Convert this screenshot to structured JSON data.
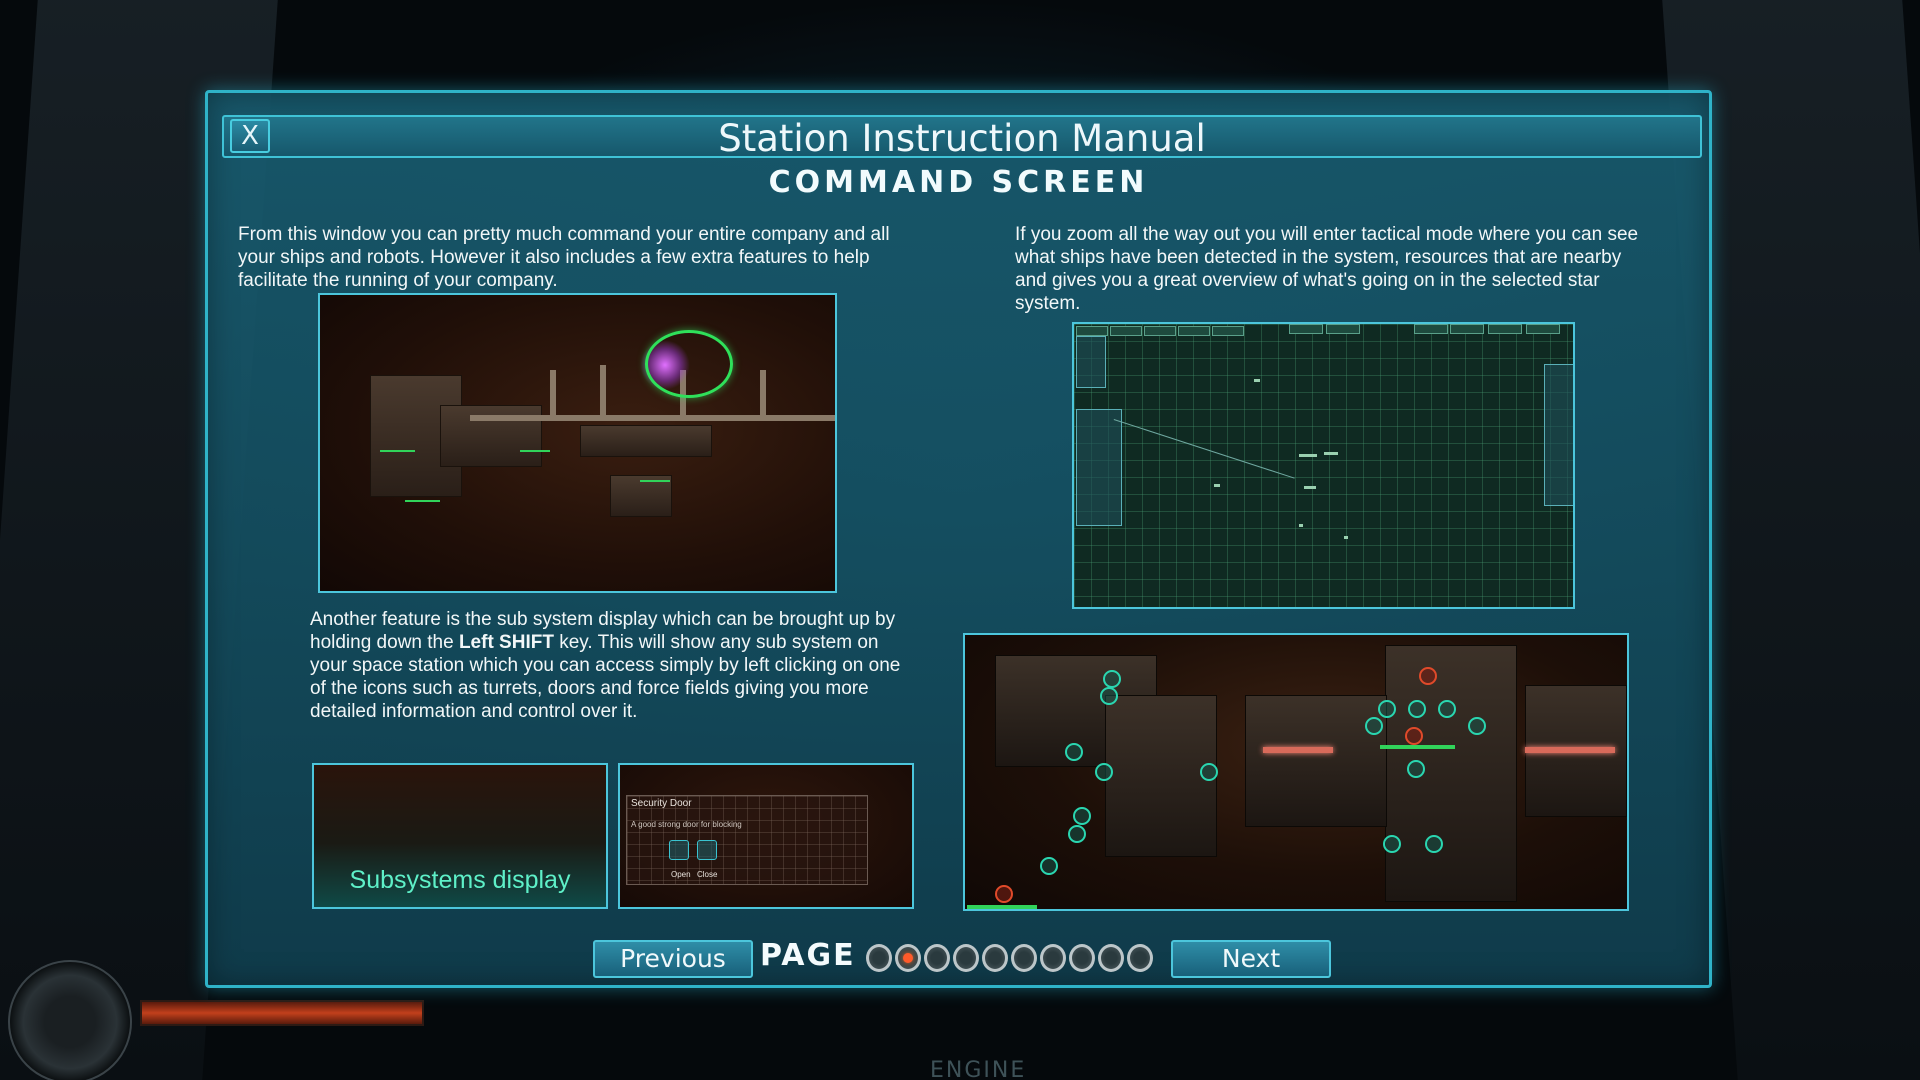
{
  "window": {
    "title": "Station Instruction Manual",
    "close_label": "X",
    "section_heading": "COMMAND SCREEN"
  },
  "content": {
    "intro_text": "From this window you can pretty much command your entire company and all your ships and robots. However it also includes a few extra features to help facilitate the running of your company.",
    "tactical_text": "If you zoom all the way out you will enter tactical mode where you can see what ships have been detected in the system, resources that are nearby and gives you a great overview of what's going on in the selected star system.",
    "subsystem_text_1": "Another feature is the sub system display which can be brought up by holding down the ",
    "subsystem_text_bold": "Left SHIFT",
    "subsystem_text_2": " key. This will show any sub system on your space station which you can access simply by left clicking on one of the icons such as turrets, doors and force fields giving you more detailed information and control over it.",
    "subsystems_label": "Subsystems display",
    "security_panel": {
      "title": "Security Door",
      "description": "A good strong door for blocking",
      "open_label": "Open",
      "close_label": "Close"
    }
  },
  "navigation": {
    "previous_label": "Previous",
    "next_label": "Next",
    "page_label": "PAGE",
    "total_pages": 10,
    "current_page": 2
  },
  "hud": {
    "engine_label": "ENGINE"
  },
  "colors": {
    "accent": "#2fb3c8",
    "active_dot": "#ff5a2a",
    "subsystem_green": "#5ef0c8"
  }
}
